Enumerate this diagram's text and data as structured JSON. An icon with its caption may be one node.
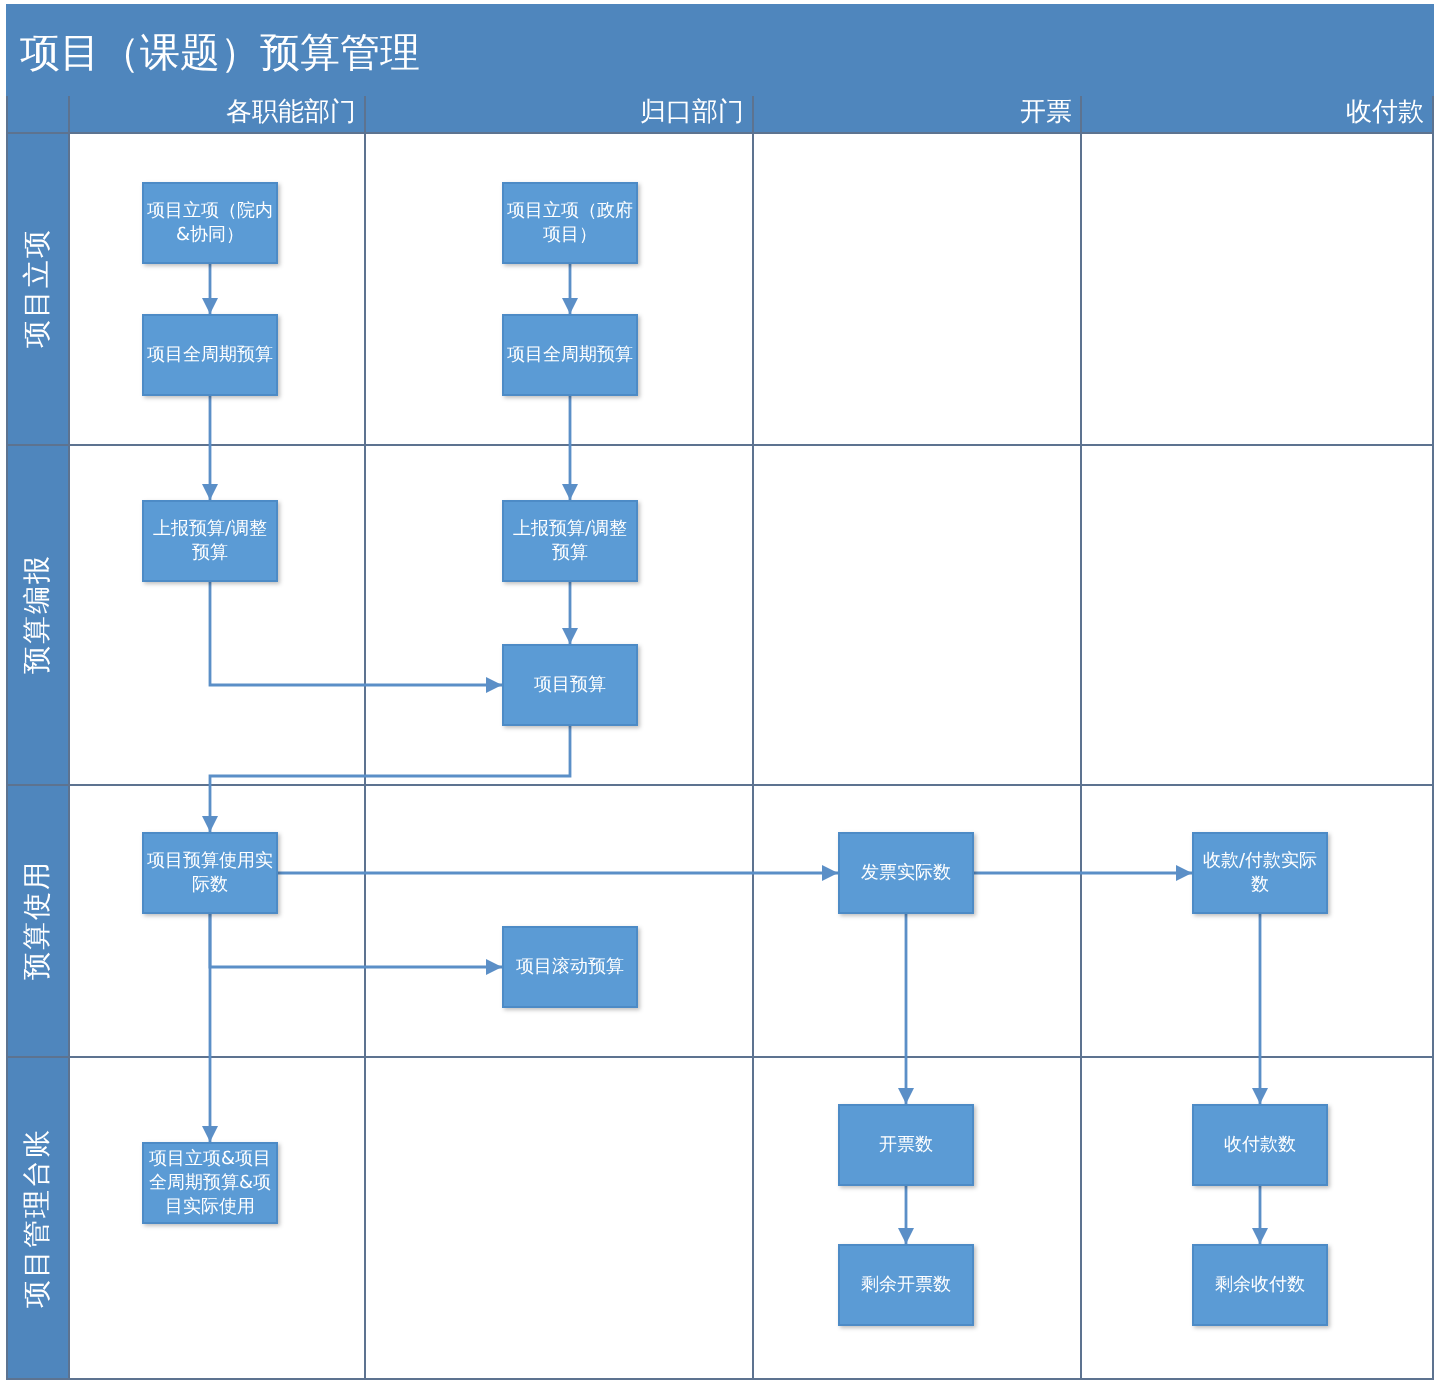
{
  "diagram": {
    "title": "项目（课题）预算管理",
    "nodes": [
      {
        "text": [
          "各职能部门"
        ]
      },
      {
        "text": [
          "归口部门"
        ]
      },
      {
        "text": [
          "开票"
        ]
      },
      {
        "text": [
          "收付款"
        ]
      },
      {
        "text": [
          "项目立项"
        ]
      },
      {
        "text": [
          "预算编报"
        ]
      },
      {
        "text": [
          "预算使用"
        ]
      },
      {
        "text": [
          "项目管理台账"
        ]
      },
      {
        "text": [
          "项目立项（院内&协同）"
        ]
      },
      {
        "text": [
          "项目立项（政府项目）"
        ]
      },
      {
        "text": [
          "项目全周期预算"
        ]
      },
      {
        "text": [
          "项目全周期预算"
        ]
      },
      {
        "text": [
          "上报预算/调整预算"
        ]
      },
      {
        "text": [
          "上报预算/调整预算"
        ]
      },
      {
        "text": [
          "项目预算"
        ]
      },
      {
        "text": [
          "项目预算使用实际数"
        ]
      },
      {
        "text": [
          "发票实际数"
        ]
      },
      {
        "text": [
          "收款/付款实际数"
        ]
      },
      {
        "text": [
          "项目滚动预算"
        ]
      },
      {
        "text": [
          "项目立项&项目全周期预算&项目实际使用"
        ]
      },
      {
        "text": [
          "开票数"
        ]
      },
      {
        "text": [
          "收付款数"
        ]
      },
      {
        "text": [
          "剩余开票数"
        ]
      },
      {
        "text": [
          "剩余收付数"
        ]
      }
    ],
    "edges": [
      {
        "from": 8,
        "to": 10,
        "arrow": "to"
      },
      {
        "from": 10,
        "to": 12,
        "arrow": "to"
      },
      {
        "from": 9,
        "to": 11,
        "arrow": "to"
      },
      {
        "from": 11,
        "to": 13,
        "arrow": "to"
      },
      {
        "from": 13,
        "to": 14,
        "arrow": "to"
      },
      {
        "from": 12,
        "to": 14,
        "arrow": "to"
      },
      {
        "from": 14,
        "to": 15,
        "arrow": "to"
      },
      {
        "from": 15,
        "to": 16,
        "arrow": "to"
      },
      {
        "from": 16,
        "to": 17,
        "arrow": "to"
      },
      {
        "from": 15,
        "to": 18,
        "arrow": "to"
      },
      {
        "from": 15,
        "to": 19,
        "arrow": "to"
      },
      {
        "from": 16,
        "to": 20,
        "arrow": "to"
      },
      {
        "from": 20,
        "to": 22,
        "arrow": "to"
      },
      {
        "from": 17,
        "to": 21,
        "arrow": "to"
      },
      {
        "from": 21,
        "to": 23,
        "arrow": "to"
      }
    ]
  }
}
